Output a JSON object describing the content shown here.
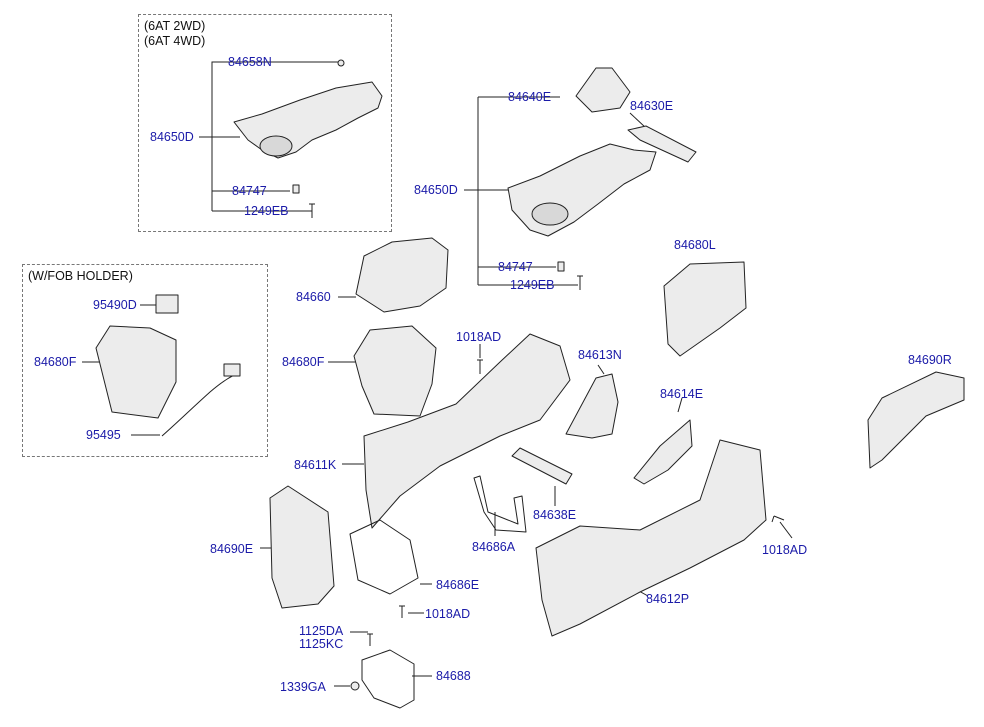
{
  "notes": {
    "variant_1": "(6AT 2WD)",
    "variant_2": "(6AT 4WD)",
    "fob_holder": "(W/FOB HOLDER)"
  },
  "labels": {
    "p84658N": "84658N",
    "p84650D_a": "84650D",
    "p84747_a": "84747",
    "p1249EB_a": "1249EB",
    "p95490D": "95490D",
    "p84680F_a": "84680F",
    "p95495": "95495",
    "p84640E": "84640E",
    "p84630E": "84630E",
    "p84650D_b": "84650D",
    "p84747_b": "84747",
    "p1249EB_b": "1249EB",
    "p84680L": "84680L",
    "p84660": "84660",
    "p84680F_b": "84680F",
    "p1018AD_a": "1018AD",
    "p84613N": "84613N",
    "p84614E": "84614E",
    "p84690R": "84690R",
    "p84611K": "84611K",
    "p84638E": "84638E",
    "p84686A": "84686A",
    "p1018AD_b": "1018AD",
    "p84690E": "84690E",
    "p84686E": "84686E",
    "p1018AD_c": "1018AD",
    "p84612P": "84612P",
    "p1125DA": "1125DA",
    "p1125KC": "1125KC",
    "p84688": "84688",
    "p1339GA": "1339GA"
  },
  "colors": {
    "label": "#1a1aa8",
    "line": "#222222",
    "part_fill": "#ececec",
    "part_stroke": "#222222"
  }
}
